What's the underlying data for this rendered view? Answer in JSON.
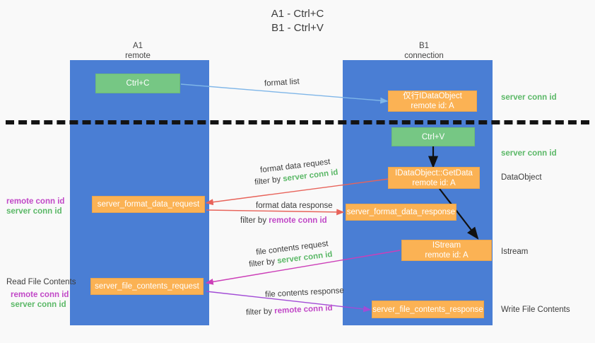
{
  "title": {
    "line1": "A1 - Ctrl+C",
    "line2": "B1 - Ctrl+V"
  },
  "lanes": [
    {
      "name": "A1",
      "sub": "remote"
    },
    {
      "name": "B1",
      "sub": "connection"
    }
  ],
  "boxes": {
    "ctrl_c": "Ctrl+C",
    "ctrl_v": "Ctrl+V",
    "idataobject_l1": "仅行IDataObject",
    "idataobject_l2": "remote id: A",
    "getdata_l1": "IDataObject::GetData",
    "getdata_l2": "remote id: A",
    "istream_l1": "IStream",
    "istream_l2": "remote id: A",
    "server_format_data_request": "server_format_data_request",
    "server_format_data_response": "server_format_data_response",
    "server_file_contents_request": "server_file_contents_request",
    "server_file_contents_response": "server_file_contents_response"
  },
  "edge_labels": {
    "format_list": "format list",
    "format_data_request": "format data request",
    "format_data_request_filter_prefix": "filter by ",
    "format_data_request_filter_value": "server conn id",
    "format_data_response": "format data response",
    "format_data_response_filter_prefix": "filter by ",
    "format_data_response_filter_value": "remote conn id",
    "file_contents_request": "file contents request",
    "file_contents_request_filter_prefix": "filter by ",
    "file_contents_request_filter_value": "server conn id",
    "file_contents_response": "file contents response",
    "file_contents_response_filter_prefix": "filter by ",
    "file_contents_response_filter_value": "remote conn id"
  },
  "right_labels": {
    "server_conn_id_top": "server conn id",
    "server_conn_id_mid": "server conn id",
    "dataobject": "DataObject",
    "istream": "Istream",
    "write_file_contents": "Write File Contents"
  },
  "left_labels": {
    "remote_conn_id_1": "remote conn id",
    "server_conn_id_1": "server conn id",
    "read_file_contents": "Read File Contents",
    "remote_conn_id_2": "remote conn id",
    "server_conn_id_2": "server conn id"
  },
  "colors": {
    "lane": "#4a7ed4",
    "green_box": "#76c784",
    "orange_box": "#fbb254",
    "green_text": "#5bb867",
    "purple_text": "#c148c7",
    "background": "#f9f9f9",
    "arrow_blue": "#7fb6e8",
    "arrow_red": "#e8635a",
    "arrow_magenta": "#cc3fb8",
    "arrow_purple": "#a24bd6",
    "arrow_black": "#111111"
  }
}
